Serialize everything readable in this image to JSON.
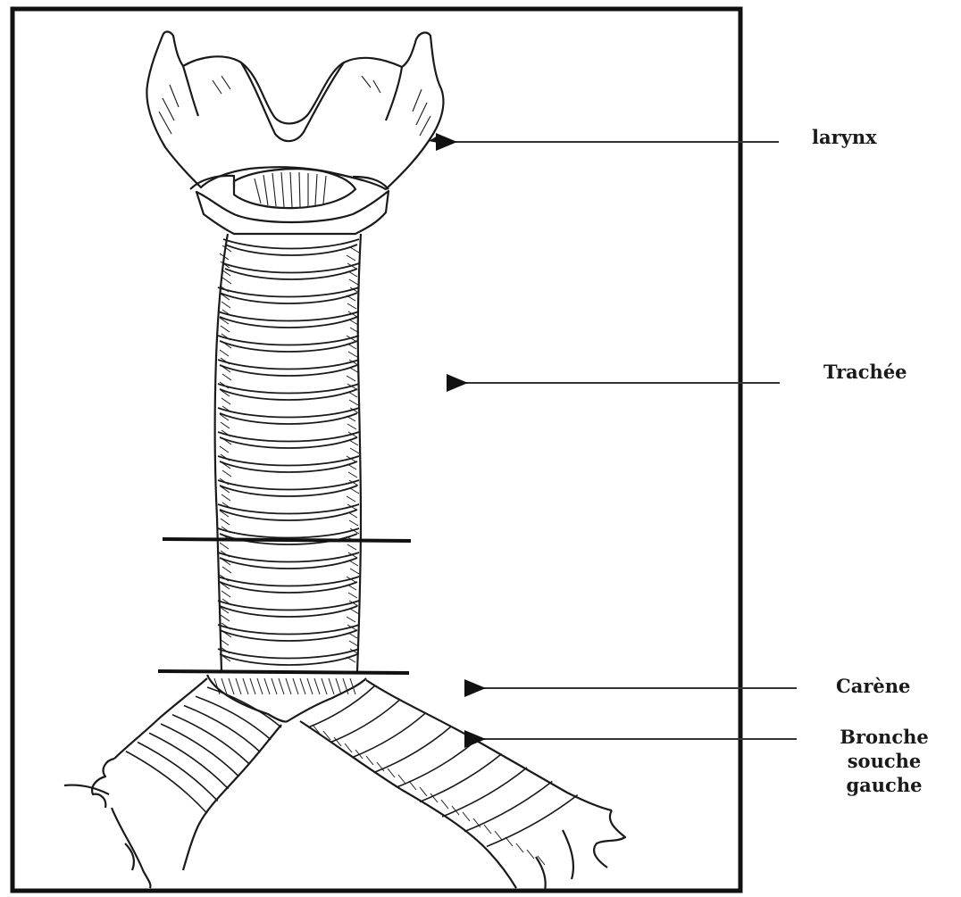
{
  "labels": {
    "larynx": "larynx",
    "trachea": "Trachée",
    "carina": "Carène",
    "left_main_bronchus": [
      "Bronche",
      "souche",
      "gauche"
    ]
  },
  "colors": {
    "ink": "#1a1a1a",
    "frame": "#111111",
    "background": "#ffffff"
  }
}
